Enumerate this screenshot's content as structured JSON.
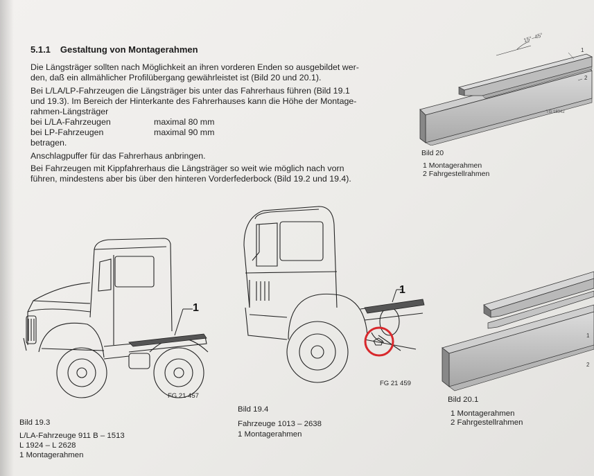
{
  "section": {
    "number": "5.1.1",
    "title": "Gestaltung von Montagerahmen"
  },
  "paragraphs": {
    "p1": [
      "Die Längsträger sollten nach Möglichkeit an ihren vorderen Enden so ausgebildet wer-",
      "den, daß ein allmählicher Profilübergang gewährleistet ist (Bild 20 und 20.1)."
    ],
    "p2": [
      "Bei L/LA/LP-Fahrzeugen die Längsträger bis unter das Fahrerhaus führen (Bild 19.1",
      "und 19.3). Im Bereich der Hinterkante des Fahrerhauses kann die Höhe der Montage-",
      "rahmen-Längsträger"
    ],
    "spec1_label": "bei L/LA-Fahrzeugen",
    "spec1_value": "maximal 80 mm",
    "spec2_label": "bei LP-Fahrzeugen",
    "spec2_value": "maximal 90 mm",
    "p2_end": "betragen.",
    "p3": "Anschlagpuffer für das Fahrerhaus anbringen.",
    "p4": [
      "Bei Fahrzeugen mit Kippfahrerhaus die Längsträger so weit wie möglich nach vorn",
      "führen, mindestens aber bis über den hinteren Vorderfederbock (Bild 19.2 und 19.4)."
    ]
  },
  "bild20": {
    "title": "Bild 20",
    "items": [
      "1  Montagerahmen",
      "2  Fahrgestellrahmen"
    ],
    "angle": "15°–45°",
    "callouts": [
      "1",
      "2"
    ],
    "code": "TG 18342"
  },
  "bild193": {
    "title": "Bild 19.3",
    "lines": [
      "L/LA-Fahrzeuge 911 B – 1513",
      "L 1924 – L 2628",
      "1 Montagerahmen"
    ],
    "fg": "FG 21 457",
    "callout": "1"
  },
  "bild194": {
    "title": "Bild 19.4",
    "lines": [
      "Fahrzeuge 1013 – 2638",
      "1  Montagerahmen"
    ],
    "fg": "FG 21 459",
    "callout": "1"
  },
  "bild201": {
    "title": "Bild 20.1",
    "items": [
      "1  Montagerahmen",
      "2  Fahrgestellrahmen"
    ],
    "callouts": [
      "1",
      "2"
    ]
  },
  "colors": {
    "paper": "#eeedea",
    "ink": "#1c1c1c",
    "highlight_circle": "#d8282c"
  }
}
